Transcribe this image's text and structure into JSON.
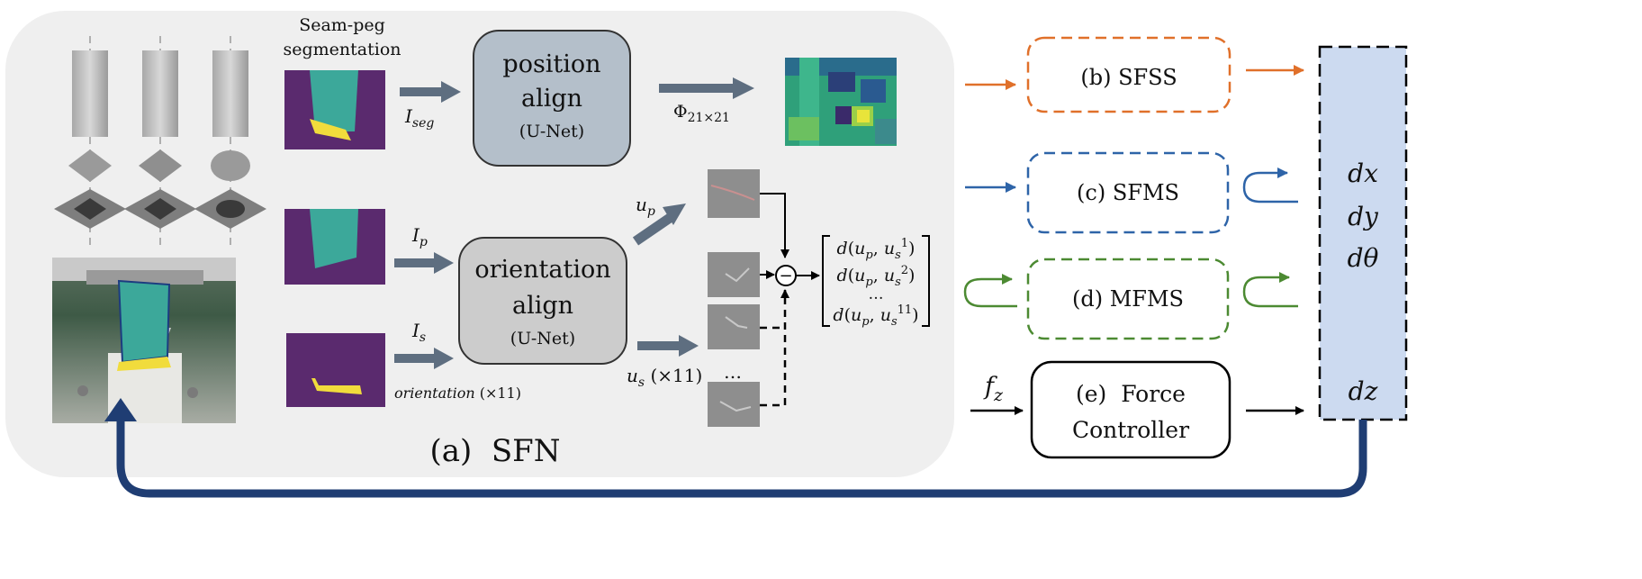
{
  "sfn": {
    "seg_heading": [
      "Seam-peg",
      "segmentation"
    ],
    "pos_title": [
      "position",
      "align"
    ],
    "pos_sub": "(U-Net)",
    "i_seg_base": "I",
    "i_seg_sub": "seg",
    "phi_label": "Φ",
    "phi_sub": "21×21",
    "i_p_base": "I",
    "i_p_sub": "p",
    "i_s_base": "I",
    "i_s_sub": "s",
    "orient_title": [
      "orientation",
      "align"
    ],
    "orient_sub": "(U-Net)",
    "orientation_note": "orientation",
    "orientation_count": "(×11)",
    "u_p_base": "u",
    "u_p_sub": "p",
    "u_s_base": "u",
    "u_s_sub": "s",
    "u_s_count": "(×11)",
    "ellipsis": "…",
    "minus": "−",
    "distances": [
      {
        "sup": "1"
      },
      {
        "sup": "2"
      },
      {
        "sup": "11"
      }
    ],
    "dist_ellipsis": "…",
    "title": "(a)  SFN"
  },
  "modules": [
    {
      "label": "(b) SFSS",
      "color": "#e0702a"
    },
    {
      "label": "(c) SFMS",
      "color": "#2e64a8"
    },
    {
      "label": "(d) MFMS",
      "color": "#4c8a32"
    }
  ],
  "force": {
    "input_base": "f",
    "input_sub": "z",
    "label": [
      "(e)  Force",
      "Controller"
    ]
  },
  "outputs": [
    "dx",
    "dy",
    "dθ",
    "dz"
  ],
  "colors": {
    "sfn_bg": "#efefef",
    "arrow_slate": "#5e6e80",
    "feedback": "#1f3d73",
    "output_bg": "#ccdaf0",
    "seg_bg": "#5a2a6e",
    "peg_teal": "#3ca89a",
    "seam_yellow": "#f1dc3c"
  }
}
